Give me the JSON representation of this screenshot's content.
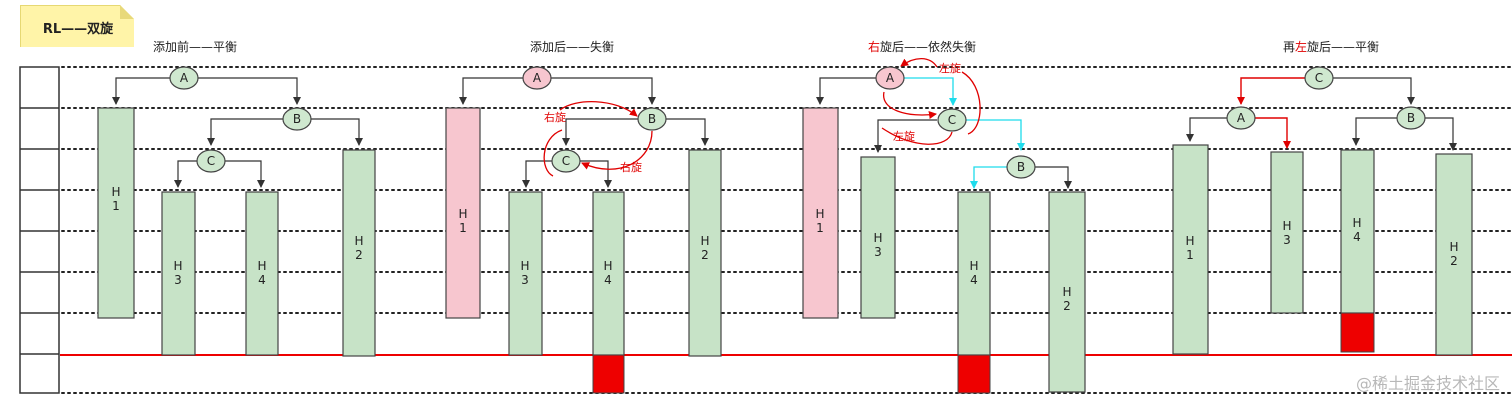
{
  "note_label": "RL——双旋",
  "panels": [
    {
      "title": "添加前——平衡"
    },
    {
      "title": "添加后——失衡"
    },
    {
      "title_red": "右",
      "title_rest": "旋后——依然失衡"
    },
    {
      "title_prefix": "再",
      "title_red": "左",
      "title_rest": "旋后——平衡"
    }
  ],
  "nodes": {
    "A": "A",
    "B": "B",
    "C": "C"
  },
  "heights": {
    "H1": "H\n1",
    "H2": "H\n2",
    "H3": "H\n3",
    "H4": "H\n4"
  },
  "rotation_labels": {
    "right": "右旋",
    "left": "左旋"
  },
  "watermark": "@稀土掘金技术社区",
  "colors": {
    "node_fill": "#cfe8cf",
    "node_stroke": "#444444",
    "height_fill": "#c7e3c7",
    "imbalanced_fill": "#f7c6cf",
    "added_block": "#ee0000",
    "baseline": "#ee0000",
    "left_rotation_arrow": "#1edcec",
    "rotation_annotation": "#e00000"
  }
}
